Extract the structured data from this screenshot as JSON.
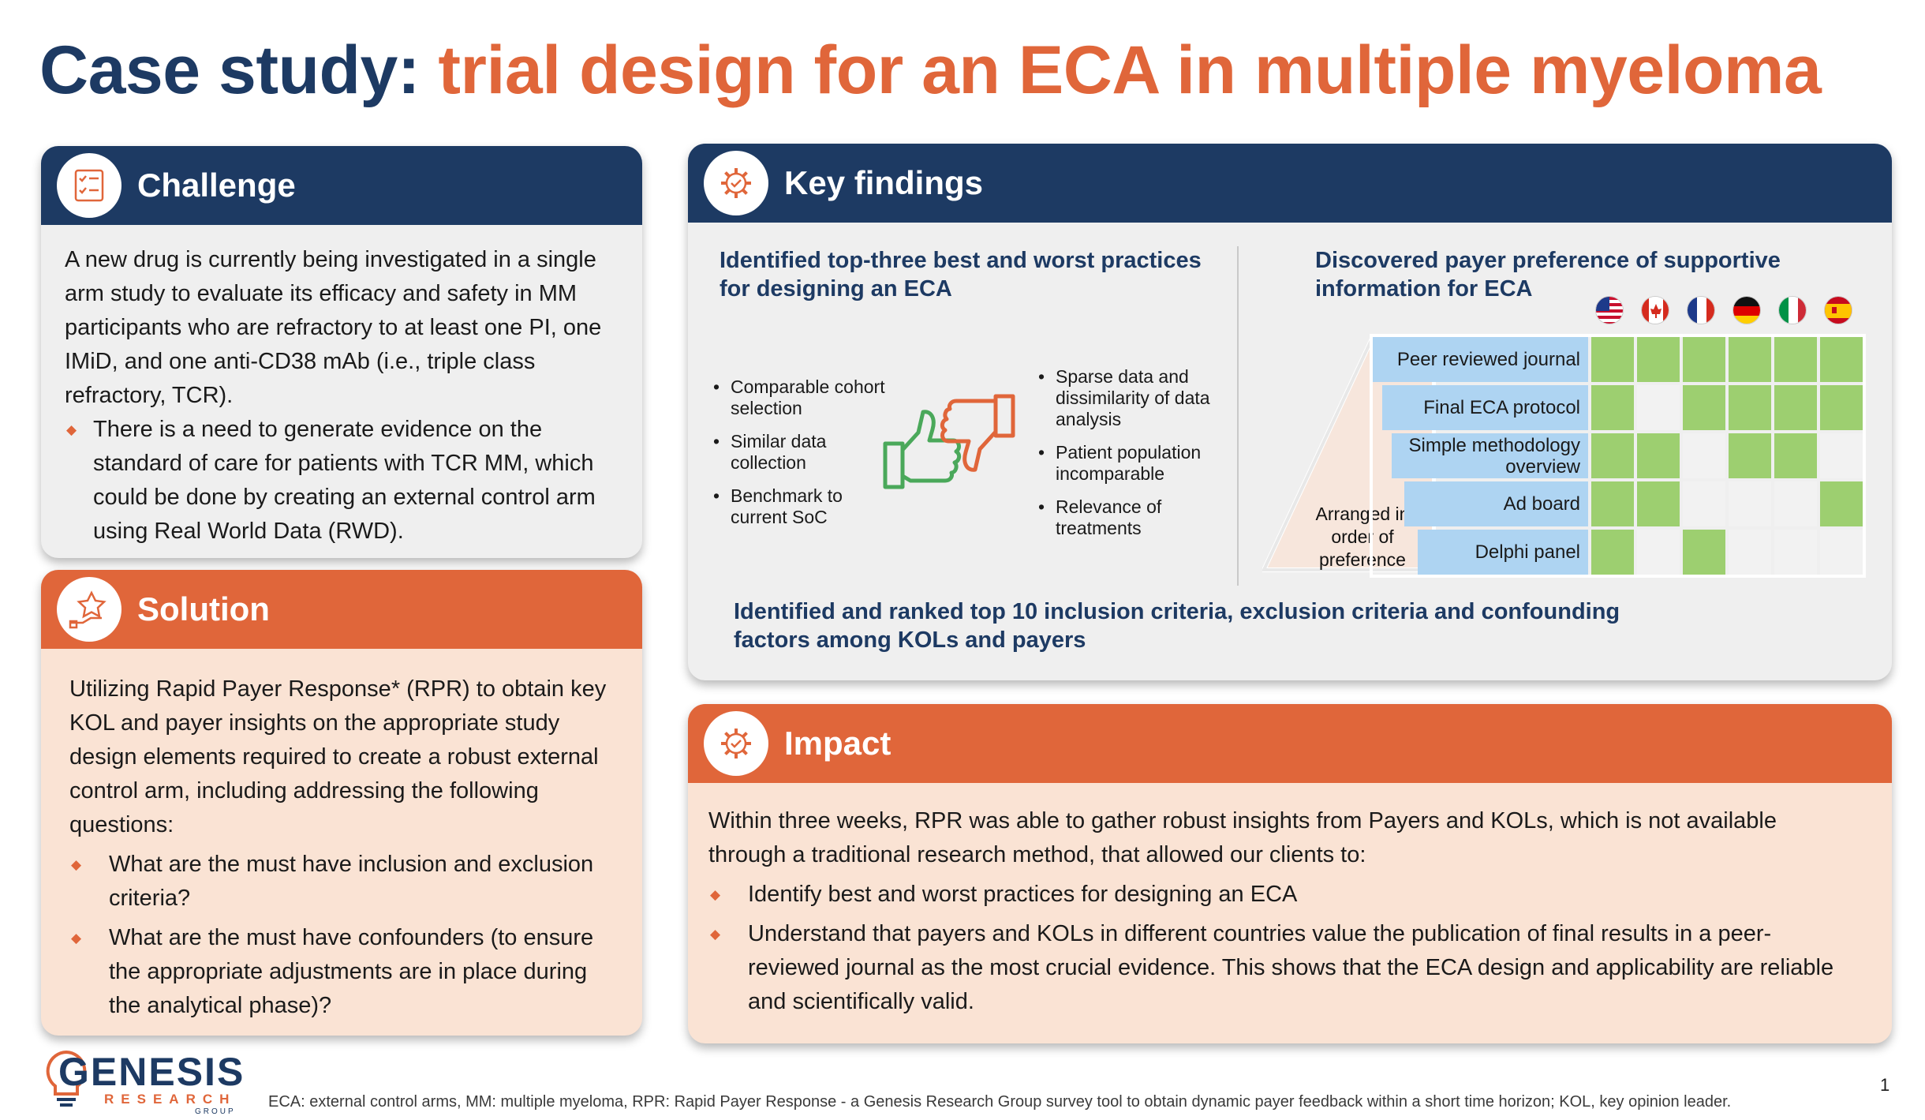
{
  "title": {
    "part1": "Case study: ",
    "part2": "trial design for an ECA in multiple myeloma"
  },
  "challenge": {
    "heading": "Challenge",
    "paragraph": "A new drug is currently being investigated in a single arm study to evaluate its efficacy and safety in MM participants who are refractory to at least one PI, one IMiD, and one anti-CD38 mAb (i.e., triple class refractory, TCR).",
    "bullets": [
      "There is a need to generate evidence on the standard of care for patients with TCR MM, which could be done by creating an external control arm using Real World Data (RWD)."
    ]
  },
  "solution": {
    "heading": "Solution",
    "paragraph": "Utilizing Rapid Payer Response* (RPR) to obtain key KOL and payer insights on the appropriate study design elements required to create a robust external control arm, including addressing the following questions:",
    "bullets": [
      "What are the must have inclusion and exclusion criteria?",
      "What are the must have confounders (to ensure the appropriate adjustments are in place during the analytical phase)?"
    ]
  },
  "findings": {
    "heading": "Key findings",
    "left_heading": "Identified top-three best and worst practices for designing an ECA",
    "best": [
      "Comparable cohort selection",
      "Similar data collection",
      "Benchmark to current SoC"
    ],
    "worst": [
      "Sparse data and dissimilarity of data analysis",
      "Patient population incomparable",
      "Relevance of treatments"
    ],
    "right_heading": "Discovered payer preference of supportive information for ECA",
    "pyramid_label": "Arranged in order of preference",
    "countries": [
      "us-flag-icon",
      "canada-flag-icon",
      "france-flag-icon",
      "germany-flag-icon",
      "italy-flag-icon",
      "spain-flag-icon"
    ],
    "rows": [
      {
        "label": "Peer reviewed journal",
        "cells": [
          1,
          1,
          1,
          1,
          1,
          1
        ]
      },
      {
        "label": "Final ECA protocol",
        "cells": [
          1,
          0,
          1,
          1,
          1,
          1
        ]
      },
      {
        "label": "Simple methodology overview",
        "cells": [
          1,
          1,
          0,
          1,
          1,
          0
        ]
      },
      {
        "label": "Ad board",
        "cells": [
          1,
          1,
          0,
          0,
          0,
          1
        ]
      },
      {
        "label": "Delphi panel",
        "cells": [
          1,
          0,
          1,
          0,
          0,
          0
        ]
      }
    ],
    "bottom_text": "Identified and ranked top 10 inclusion criteria, exclusion criteria and confounding factors among KOLs and payers"
  },
  "impact": {
    "heading": "Impact",
    "paragraph": "Within three weeks, RPR was able to gather robust insights from Payers and KOLs, which is not available through a traditional research method, that allowed our clients to:",
    "bullets": [
      "Identify best and worst practices for designing an ECA",
      "Understand that payers and KOLs in different countries value the publication of final results in a peer-reviewed journal as the most crucial evidence. This shows that the ECA design and applicability are reliable and scientifically valid."
    ]
  },
  "logo": {
    "name": "GENESIS",
    "sub": "RESEARCH",
    "group": "GROUP"
  },
  "footnote": "ECA: external control arms, MM: multiple myeloma, RPR: Rapid Payer Response - a Genesis Research Group survey tool to obtain dynamic payer feedback within a short time horizon; KOL, key opinion leader.",
  "page_number": "1",
  "colors": {
    "navy": "#1d3a63",
    "orange": "#e0663a",
    "green": "#9dcf70",
    "lightblue": "#aed4f2"
  }
}
